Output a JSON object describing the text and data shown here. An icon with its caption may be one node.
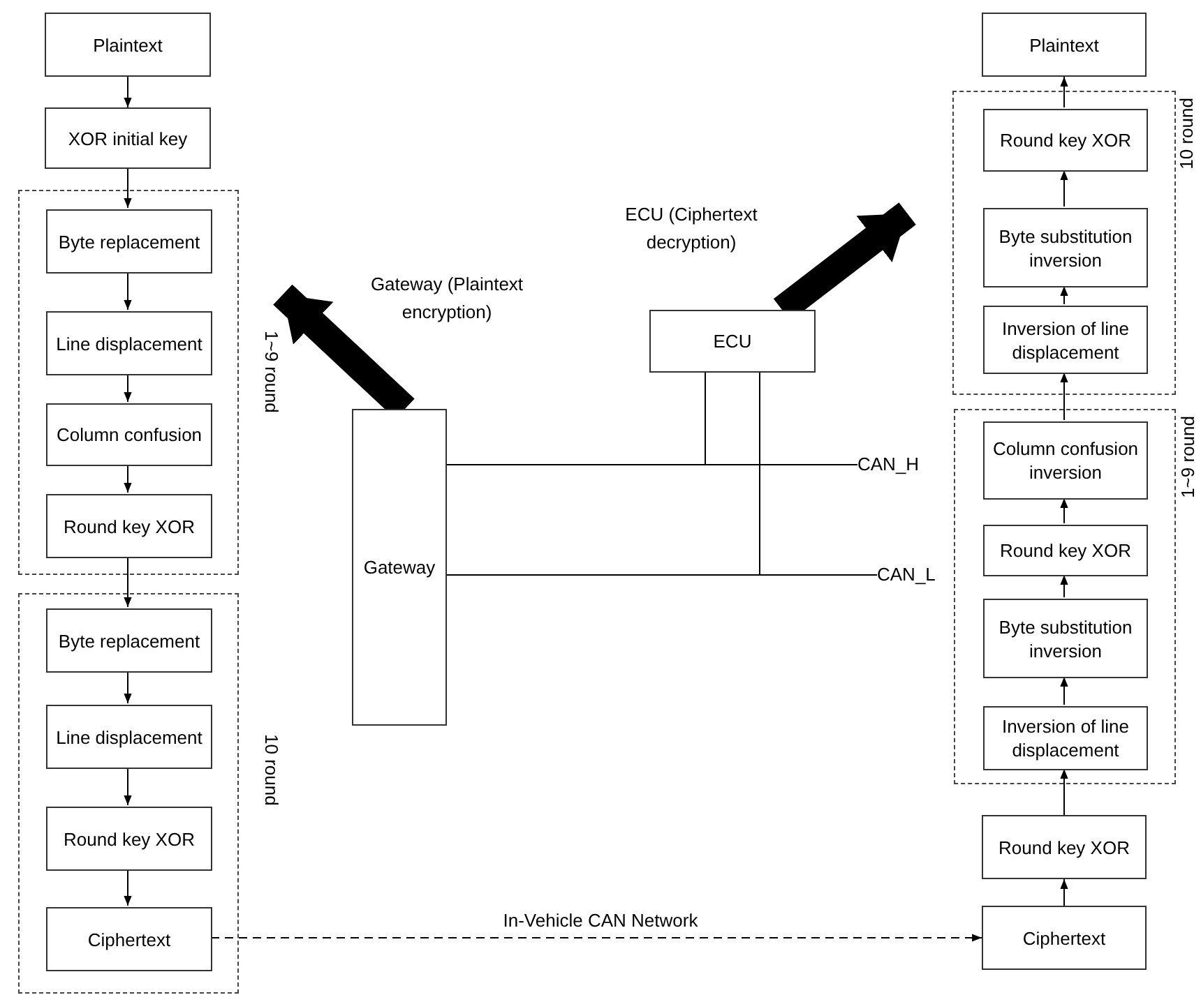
{
  "diagram": {
    "nodes": [
      {
        "text": [
          "Plaintext"
        ]
      },
      {
        "text": [
          "XOR initial key"
        ]
      },
      {
        "text": [
          "1~9 round"
        ]
      },
      {
        "text": [
          "Byte replacement"
        ],
        "in": 2
      },
      {
        "text": [
          "Line displacement"
        ],
        "in": 2
      },
      {
        "text": [
          "Column confusion"
        ],
        "in": 2
      },
      {
        "text": [
          "Round key XOR"
        ],
        "in": 2
      },
      {
        "text": [
          "10 round"
        ]
      },
      {
        "text": [
          "Byte replacement"
        ],
        "in": 7
      },
      {
        "text": [
          "Line displacement"
        ],
        "in": 7
      },
      {
        "text": [
          "Round key XOR"
        ],
        "in": 7
      },
      {
        "text": [
          "Ciphertext"
        ],
        "in": 7
      },
      {
        "text": [
          "Gateway"
        ]
      },
      {
        "text": [
          "ECU"
        ]
      },
      {
        "text": [
          "CAN_H"
        ]
      },
      {
        "text": [
          "CAN_L"
        ]
      },
      {
        "text": [
          "Plaintext"
        ]
      },
      {
        "text": [
          "10 round"
        ]
      },
      {
        "text": [
          "Round key XOR"
        ],
        "in": 17
      },
      {
        "text": [
          "Byte substitution inversion"
        ],
        "in": 17
      },
      {
        "text": [
          "Inversion of line displacement"
        ],
        "in": 17
      },
      {
        "text": [
          "1~9 round"
        ]
      },
      {
        "text": [
          "Column confusion inversion"
        ],
        "in": 21
      },
      {
        "text": [
          "Round key XOR"
        ],
        "in": 21
      },
      {
        "text": [
          "Byte substitution inversion"
        ],
        "in": 21
      },
      {
        "text": [
          "Inversion of line displacement"
        ],
        "in": 21
      },
      {
        "text": [
          "Round key XOR"
        ]
      },
      {
        "text": [
          "Ciphertext"
        ]
      }
    ],
    "edges": [
      {
        "from": 0,
        "to": 1,
        "arrow": "to"
      },
      {
        "from": 1,
        "to": 3,
        "arrow": "to"
      },
      {
        "from": 3,
        "to": 4,
        "arrow": "to"
      },
      {
        "from": 4,
        "to": 5,
        "arrow": "to"
      },
      {
        "from": 5,
        "to": 6,
        "arrow": "to"
      },
      {
        "from": 6,
        "to": 8,
        "arrow": "to"
      },
      {
        "from": 8,
        "to": 9,
        "arrow": "to"
      },
      {
        "from": 9,
        "to": 10,
        "arrow": "to"
      },
      {
        "from": 10,
        "to": 11,
        "arrow": "to"
      },
      {
        "from": 11,
        "to": 27,
        "arrow": "to",
        "style": "dashed",
        "label": "In-Vehicle CAN Network"
      },
      {
        "from": 27,
        "to": 26,
        "arrow": "to"
      },
      {
        "from": 26,
        "to": 25,
        "arrow": "to"
      },
      {
        "from": 25,
        "to": 24,
        "arrow": "to"
      },
      {
        "from": 24,
        "to": 23,
        "arrow": "to"
      },
      {
        "from": 23,
        "to": 22,
        "arrow": "to"
      },
      {
        "from": 22,
        "to": 20,
        "arrow": "to"
      },
      {
        "from": 20,
        "to": 19,
        "arrow": "to"
      },
      {
        "from": 19,
        "to": 18,
        "arrow": "to"
      },
      {
        "from": 18,
        "to": 16,
        "arrow": "to"
      },
      {
        "from": 12,
        "to": 2,
        "arrow": "to",
        "style": "thick",
        "label": "Gateway (Plaintext encryption)"
      },
      {
        "from": 13,
        "to": 17,
        "arrow": "to",
        "style": "thick",
        "label": "ECU (Ciphertext decryption)"
      },
      {
        "from": 12,
        "to": 14,
        "arrow": "none"
      },
      {
        "from": 12,
        "to": 15,
        "arrow": "none"
      },
      {
        "from": 13,
        "to": 14,
        "arrow": "none"
      },
      {
        "from": 13,
        "to": 15,
        "arrow": "none"
      }
    ]
  }
}
